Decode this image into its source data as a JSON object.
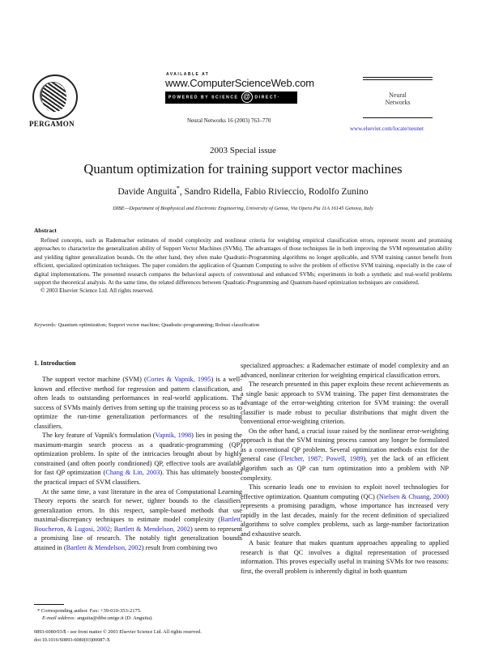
{
  "header": {
    "publisher_logo": "Pergamon",
    "publisher_label": "PERGAMON",
    "available_at": "AVAILABLE AT",
    "csw_url": "www.ComputerScienceWeb.com",
    "powered_by": "POWERED BY SCIENCE",
    "powered_at": "@",
    "powered_direct": "DIRECT·",
    "citation": "Neural Networks 16 (2003) 763–770",
    "journal_name_line1": "Neural",
    "journal_name_line2": "Networks",
    "journal_url": "www.elsevier.com/locate/neunet"
  },
  "article": {
    "special_issue": "2003 Special issue",
    "title": "Quantum optimization for training support vector machines",
    "authors": [
      {
        "name": "Davide Anguita",
        "mark": "*"
      },
      {
        "name": "Sandro Ridella"
      },
      {
        "name": "Fabio Rivieccio"
      },
      {
        "name": "Rodolfo Zunino"
      }
    ],
    "author_sep": ", ",
    "affiliation": "DIBE—Department of Biophysical and Electronic Engineering, University of Genoa, Via Opera Pia 11A 16145 Genova, Italy"
  },
  "abstract": {
    "heading": "Abstract",
    "body": "Refined concepts, such as Rademacher estimates of model complexity and nonlinear criteria for weighting empirical classification errors, represent recent and promising approaches to characterize the generalization ability of Support Vector Machines (SVMs). The advantages of those techniques lie in both improving the SVM representation ability and yielding tighter generalization bounds. On the other hand, they often make Quadratic-Programming algorithms no longer applicable, and SVM training cannot benefit from efficient, specialized optimization techniques. The paper considers the application of Quantum Computing to solve the problem of effective SVM training, especially in the case of digital implementations. The presented research compares the behavioral aspects of conventional and enhanced SVMs; experiments in both a synthetic and real-world problems support the theoretical analysis. At the same time, the related differences between Quadratic-Programming and Quantum-based optimization techniques are considered.",
    "copyright": "© 2003 Elsevier Science Ltd. All rights reserved."
  },
  "keywords": {
    "label": "Keywords:",
    "text": "Quantum optimization; Support vector machine; Quadratic-programming; Robust classification"
  },
  "intro": {
    "heading": "1. Introduction",
    "left": {
      "p1_a": "The support vector machine (SVM) (",
      "p1_ref": "Cortes & Vapnik, 1995",
      "p1_b": ") is a well-known and effective method for regression and pattern classification, and often leads to outstanding performances in real-world applications. The success of SVMs mainly derives from setting up the training process so as to optimize the run-time generalization performances of the resulting classifiers.",
      "p2_a": "The key feature of Vapnik's formulation (",
      "p2_ref1": "Vapnik, 1998",
      "p2_b": ") lies in posing the maximum-margin search process as a quadratic-programming (QP) optimization problem. In spite of the intricacies brought about by highly constrained (and often poorly conditioned) QP, effective tools are available for fast QP optimization (",
      "p2_ref2": "Chang & Lin, 2003",
      "p2_c": "). This has ultimately boosted the practical impact of SVM classifiers.",
      "p3_a": "At the same time, a vast literature in the area of Computational Learning Theory reports the search for newer, tighter bounds to the classifiers' generalization errors. In this respect, sample-based methods that use maximal-discrepancy techniques to estimate model complexity (",
      "p3_ref1": "Bartlett, Boucheron, & Lugosi, 2002; Bartlett & Mendelson, 2002",
      "p3_b": ") seem to represent a promising line of research. The notably tight generalization bounds attained in (",
      "p3_ref2": "Bartlett & Mendelson, 2002",
      "p3_c": ") result from combining two"
    },
    "right": {
      "p0": "specialized approaches: a Rademacher estimate of model complexity and an advanced, nonlinear criterion for weighting empirical classification errors.",
      "p1": "The research presented in this paper exploits these recent achievements as a single basic approach to SVM training. The paper first demonstrates the advantage of the error-weighting criterion for SVM training: the overall classifier is made robust to peculiar distributions that might divert the conventional error-weighting criterion.",
      "p2_a": "On the other hand, a crucial issue raised by the nonlinear error-weighting approach is that the SVM training process cannot any longer be formulated as a conventional QP problem. Several optimization methods exist for the general case (",
      "p2_ref": "Fletcher, 1987; Powell, 1989",
      "p2_b": "), yet the lack of an efficient algorithm such as QP can turn optimization into a problem with NP complexity.",
      "p3_a": "This scenario leads one to envision to exploit novel technologies for effective optimization. Quantum computing (QC) (",
      "p3_ref": "Nielsen & Chuang, 2000",
      "p3_b": ") represents a promising paradigm, whose importance has increased very rapidly in the last decades, mainly for the recent definition of specialized algorithms to solve complex problems, such as large-number factorization and exhaustive search.",
      "p4": "A basic feature that makes quantum approaches appealing to applied research is that QC involves a digital representation of processed information. This proves especially useful in training SVMs for two reasons: first, the overall problem is inherently digital in both quantum"
    }
  },
  "footnote": {
    "mark": "*",
    "line1": "Corresponding author. Fax: +39-010-353-2175.",
    "email_label": "E-mail address:",
    "email": "anguita@dibe.unige.it (D. Anguita)."
  },
  "bottom": {
    "issn": "0893-6080/03/$ - see front matter © 2003 Elsevier Science Ltd. All rights reserved.",
    "doi": "doi:10.1016/S0893-6080(03)00087-X"
  },
  "colors": {
    "link": "#2222cc",
    "text": "#111111"
  }
}
